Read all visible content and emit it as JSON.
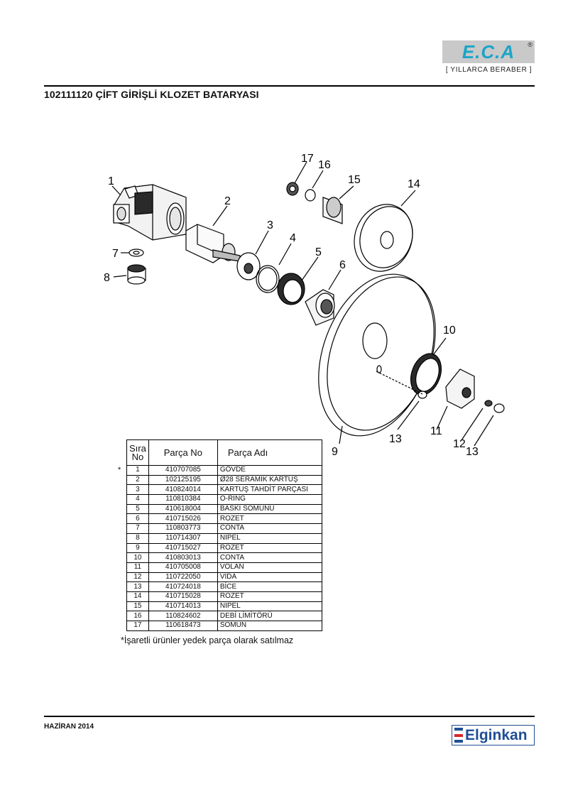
{
  "header": {
    "brand": "E.C.A",
    "registered": "®",
    "tagline": "[ YILLARCA BERABER ]"
  },
  "document": {
    "title": "102111120 ÇİFT GİRİŞLİ KLOZET BATARYASI"
  },
  "diagram": {
    "callouts": [
      "1",
      "2",
      "3",
      "4",
      "5",
      "6",
      "7",
      "8",
      "9",
      "10",
      "11",
      "12",
      "13",
      "13",
      "14",
      "15",
      "16",
      "17"
    ]
  },
  "table": {
    "headers": [
      "Sıra No",
      "Parça No",
      "Parça Adı"
    ],
    "rows": [
      {
        "no": "1",
        "part_no": "410707085",
        "name": "GÖVDE"
      },
      {
        "no": "2",
        "part_no": "102125195",
        "name": "Ø28 SERAMİK KARTUŞ"
      },
      {
        "no": "3",
        "part_no": "410824014",
        "name": "KARTUŞ TAHDİT PARÇASI"
      },
      {
        "no": "4",
        "part_no": "110810384",
        "name": "O-RİNG"
      },
      {
        "no": "5",
        "part_no": "410618004",
        "name": "BASKI SOMUNU"
      },
      {
        "no": "6",
        "part_no": "410715026",
        "name": "ROZET"
      },
      {
        "no": "7",
        "part_no": "110803773",
        "name": "CONTA"
      },
      {
        "no": "8",
        "part_no": "110714307",
        "name": "NİPEL"
      },
      {
        "no": "9",
        "part_no": "410715027",
        "name": "ROZET"
      },
      {
        "no": "10",
        "part_no": "410803013",
        "name": "CONTA"
      },
      {
        "no": "11",
        "part_no": "410705008",
        "name": "VOLAN"
      },
      {
        "no": "12",
        "part_no": "110722050",
        "name": "VİDA"
      },
      {
        "no": "13",
        "part_no": "410724018",
        "name": "BİCE"
      },
      {
        "no": "14",
        "part_no": "410715028",
        "name": "ROZET"
      },
      {
        "no": "15",
        "part_no": "410714013",
        "name": "NİPEL"
      },
      {
        "no": "16",
        "part_no": "110824602",
        "name": "DEBİ LİMİTÖRÜ"
      },
      {
        "no": "17",
        "part_no": "110618473",
        "name": "SOMUN"
      }
    ],
    "marker": "*",
    "footnote": "*İşaretli ürünler yedek parça olarak satılmaz"
  },
  "footer": {
    "date": "HAZİRAN 2014",
    "brand": "Elginkan"
  },
  "colors": {
    "eca_blue": "#1aa5c8",
    "logo_bg": "#c9c9c9",
    "elginkan_blue": "#1f4e96",
    "elginkan_red": "#d8262c"
  }
}
